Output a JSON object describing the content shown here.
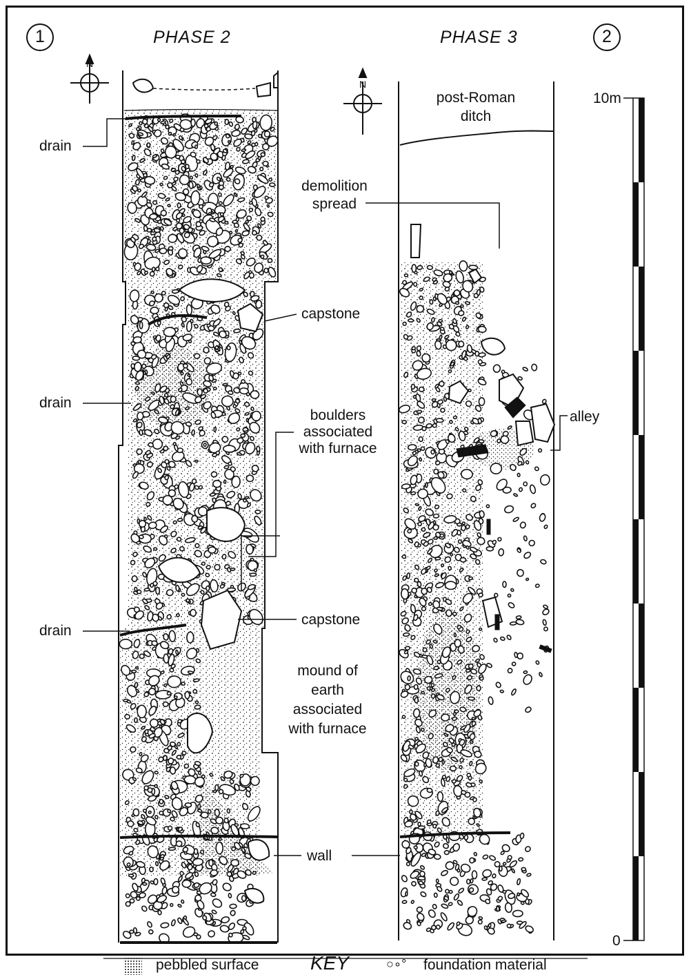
{
  "figure": {
    "panel_left_number": "1",
    "panel_right_number": "2",
    "phase_left_title": "PHASE 2",
    "phase_right_title": "PHASE 3",
    "north_label": "N"
  },
  "labels_phase2": {
    "drain_top": "drain",
    "drain_mid": "drain",
    "drain_low": "drain",
    "capstone_top": "capstone",
    "boulders_1": "boulders",
    "boulders_2": "associated",
    "boulders_3": "with furnace",
    "capstone_low": "capstone",
    "mound_1": "mound of",
    "mound_2": "earth",
    "mound_3": "associated",
    "mound_4": "with furnace",
    "wall": "wall"
  },
  "labels_phase3": {
    "ditch_1": "post-Roman",
    "ditch_2": "ditch",
    "demolition_1": "demolition",
    "demolition_2": "spread",
    "alley": "alley"
  },
  "scale": {
    "top_label": "10m",
    "bottom_label": "0",
    "segments": 10
  },
  "key": {
    "title": "KEY",
    "pebbled": "pebbled surface",
    "foundation": "foundation material"
  }
}
